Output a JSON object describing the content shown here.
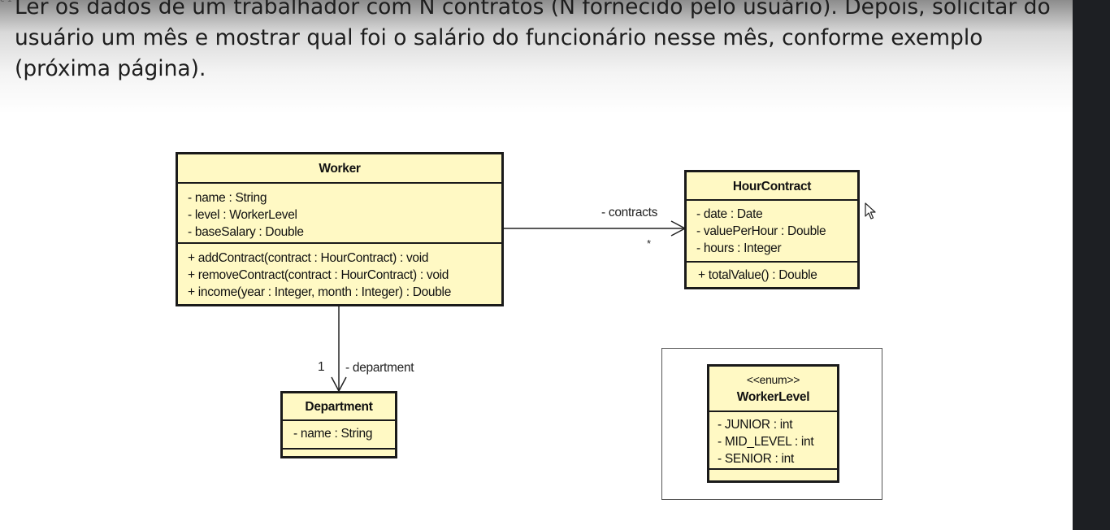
{
  "page": {
    "corner_mark": "c 1",
    "statement": "Ler os dados de um trabalhador com N contratos (N fornecido pelo usuário). Depois, solicitar do usuário um mês e mostrar qual foi o salário do funcionário nesse mês, conforme exemplo (próxima página)."
  },
  "diagram": {
    "worker": {
      "name": "Worker",
      "attributes": [
        "- name : String",
        "- level : WorkerLevel",
        "- baseSalary : Double"
      ],
      "methods": [
        "+ addContract(contract : HourContract) : void",
        "+ removeContract(contract : HourContract) : void",
        "+ income(year : Integer, month : Integer) : Double"
      ]
    },
    "hour_contract": {
      "name": "HourContract",
      "attributes": [
        "- date : Date",
        "- valuePerHour : Double",
        "- hours : Integer"
      ],
      "methods": [
        "+ totalValue() : Double"
      ]
    },
    "department": {
      "name": "Department",
      "attributes": [
        "- name : String"
      ]
    },
    "worker_level": {
      "stereotype": "<<enum>>",
      "name": "WorkerLevel",
      "literals": [
        "- JUNIOR : int",
        "- MID_LEVEL : int",
        "- SENIOR : int"
      ]
    },
    "associations": {
      "contracts_role": "- contracts",
      "contracts_multiplicity": "*",
      "department_role": "- department",
      "department_multiplicity": "1"
    }
  },
  "colors": {
    "class_fill": "#fff9c4",
    "class_border": "#1a1a1a",
    "right_bar": "#1d1f23"
  },
  "icons": {
    "cursor": "mouse-pointer-icon"
  }
}
